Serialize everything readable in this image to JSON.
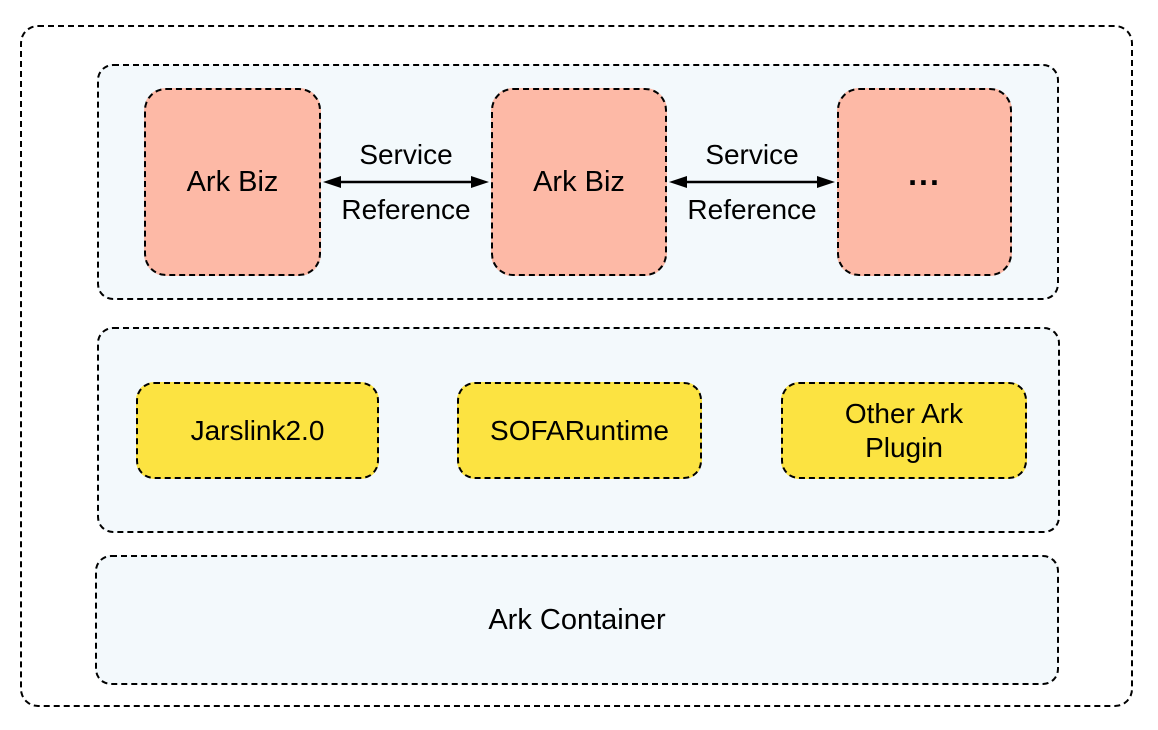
{
  "colors": {
    "biz_box_fill": "#FDB9A6",
    "plugin_box_fill": "#FCE341",
    "section_fill": "#F3F9FC",
    "border": "#000000",
    "page_background": "#FFFFFF"
  },
  "biz": {
    "boxes": [
      {
        "label": "Ark Biz"
      },
      {
        "label": "Ark Biz"
      },
      {
        "label": "..."
      }
    ],
    "connectors": [
      {
        "top_label": "Service",
        "bottom_label": "Reference"
      },
      {
        "top_label": "Service",
        "bottom_label": "Reference"
      }
    ]
  },
  "plugins": {
    "boxes": [
      {
        "label": "Jarslink2.0"
      },
      {
        "label": "SOFARuntime"
      },
      {
        "label": "Other Ark Plugin"
      }
    ]
  },
  "container": {
    "label": "Ark Container"
  }
}
